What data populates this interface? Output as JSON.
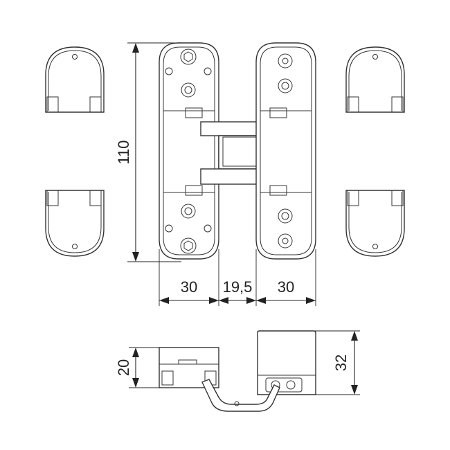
{
  "dimensions": {
    "height_total": "110",
    "width_left_plate": "30",
    "width_gap": "19,5",
    "width_right_plate": "30",
    "depth_left": "20",
    "depth_right": "32"
  },
  "colors": {
    "line": "#333333",
    "background": "#ffffff"
  }
}
